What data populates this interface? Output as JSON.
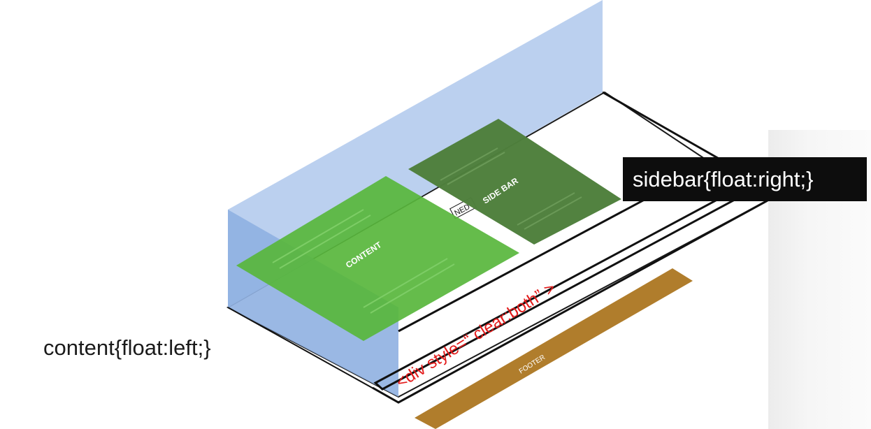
{
  "labels": {
    "content_rule": "content{float:left;}",
    "sidebar_rule": "sidebar{float:right;}",
    "clear_div": "<div style=“ clear:both” >"
  },
  "panels": {
    "content": "CONTENT",
    "sidebar": "SIDE BAR",
    "footer": "FOOTER"
  },
  "colors": {
    "wall": "#b7cdee",
    "content": "#6ac24f",
    "sidebar": "#4f7f3c",
    "footer": "#b07d2c",
    "clear_text": "#e31b1b",
    "sidebar_label_bg": "#0d0d0d"
  }
}
